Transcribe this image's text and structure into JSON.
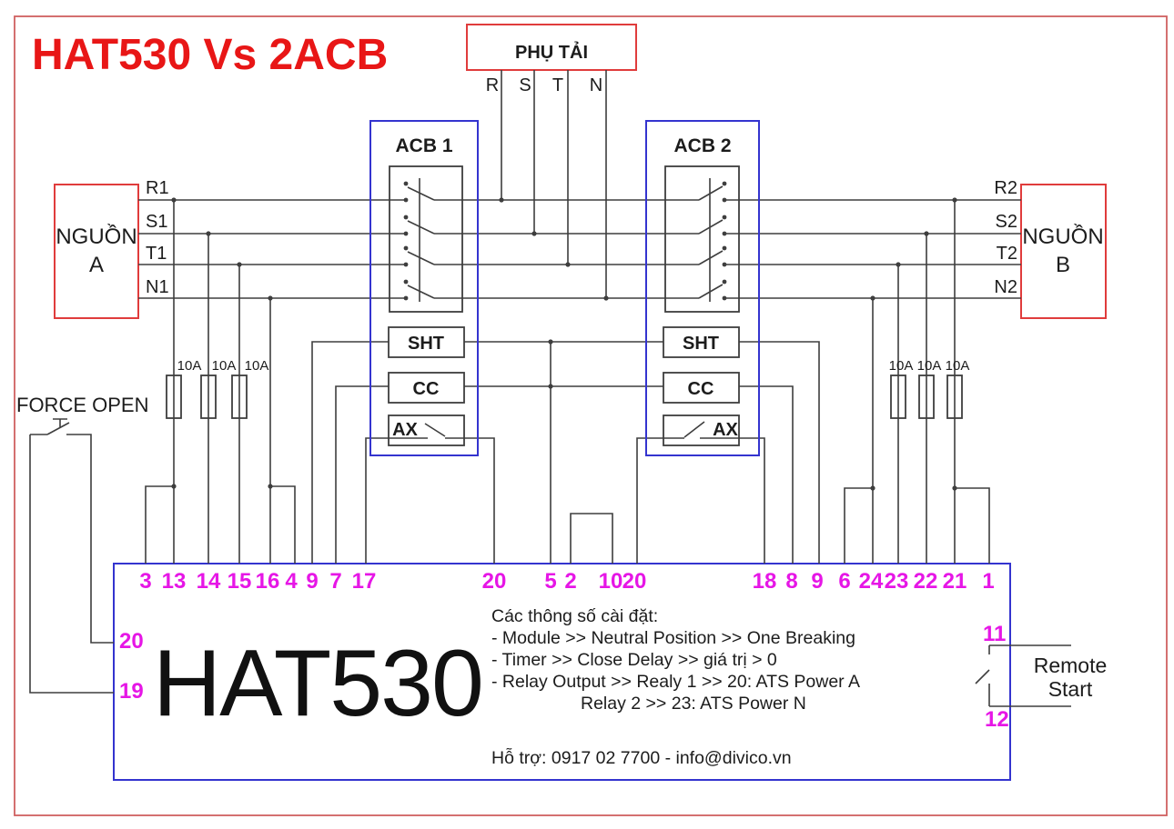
{
  "title": "HAT530 Vs 2ACB",
  "load": {
    "label": "PHỤ TẢI",
    "phases": [
      "R",
      "S",
      "T",
      "N"
    ]
  },
  "source_a": {
    "name": "NGUỒN",
    "letter": "A",
    "terminals": [
      "R1",
      "S1",
      "T1",
      "N1"
    ]
  },
  "source_b": {
    "name": "NGUỒN",
    "letter": "B",
    "terminals": [
      "R2",
      "S2",
      "T2",
      "N2"
    ]
  },
  "acb1": {
    "title": "ACB 1",
    "coils": {
      "sht": "SHT",
      "cc": "CC",
      "ax": "AX"
    }
  },
  "acb2": {
    "title": "ACB 2",
    "coils": {
      "sht": "SHT",
      "cc": "CC",
      "ax": "AX"
    }
  },
  "fuses": {
    "left": [
      "10A",
      "10A",
      "10A"
    ],
    "right": [
      "10A",
      "10A",
      "10A"
    ]
  },
  "force_open": {
    "label": "FORCE OPEN"
  },
  "remote_start": {
    "line1": "Remote",
    "line2": "Start"
  },
  "controller": {
    "model": "HAT530",
    "terminals_top": [
      "3",
      "13",
      "14",
      "15",
      "16",
      "4",
      "9",
      "7",
      "17",
      "20",
      "5",
      "2",
      "10",
      "20",
      "18",
      "8",
      "9",
      "6",
      "24",
      "23",
      "22",
      "21",
      "1"
    ],
    "terminals_left": [
      "20",
      "19"
    ],
    "terminals_right": [
      "11",
      "12"
    ],
    "settings_title": "Các thông số cài đặt:",
    "settings": [
      "- Module >> Neutral Position >> One Breaking",
      "- Timer >> Close Delay >> giá trị > 0",
      "- Relay Output >> Realy 1 >> 20: ATS Power A",
      "Relay 2 >> 23: ATS Power N"
    ],
    "support": "Hỗ trợ: 0917 02 7700  - info@divico.vn"
  },
  "colors": {
    "accent_red": "#e03c3c",
    "title_red": "#e81616",
    "wire": "#3e3e3e",
    "box_blue": "#3434cf",
    "terminal_magenta": "#e616e6"
  }
}
